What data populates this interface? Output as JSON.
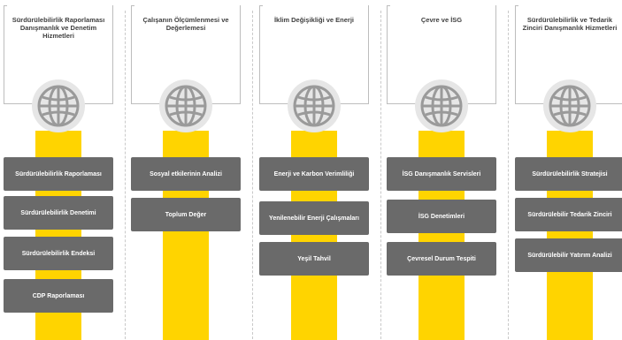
{
  "columns": [
    {
      "title": "Sürdürülebilirlik Raporlaması Danışmanlık ve Denetim Hizmetleri",
      "items": [
        "Sürdürülebilirlik Raporlaması",
        "Sürdürülebilirlik Denetimi",
        "Sürdürülebilirlik Endeksi",
        "CDP Raporlaması"
      ]
    },
    {
      "title": "Çalışanın Ölçümlenmesi ve Değerlemesi",
      "items": [
        "Sosyal etkilerinin Analizi",
        "Toplum Değer"
      ]
    },
    {
      "title": "İklim Değişikliği ve Enerji",
      "items": [
        "Enerji ve Karbon Verimliliği",
        "Yenilenebilir Enerji Çalışmaları",
        "Yeşil Tahvil"
      ]
    },
    {
      "title": "Çevre ve İSG",
      "items": [
        "İSG Danışmanlık Servisleri",
        "İSG Denetimleri",
        "Çevresel Durum Tespiti"
      ]
    },
    {
      "title": "Sürdürülebilirlik ve Tedarik Zinciri Danışmanlık Hizmetleri",
      "items": [
        "Sürdürülebilirlik Stratejisi",
        "Sürdürülebilir Tedarik Zinciri",
        "Sürdürülebilir Yatırım Analizi"
      ]
    }
  ]
}
